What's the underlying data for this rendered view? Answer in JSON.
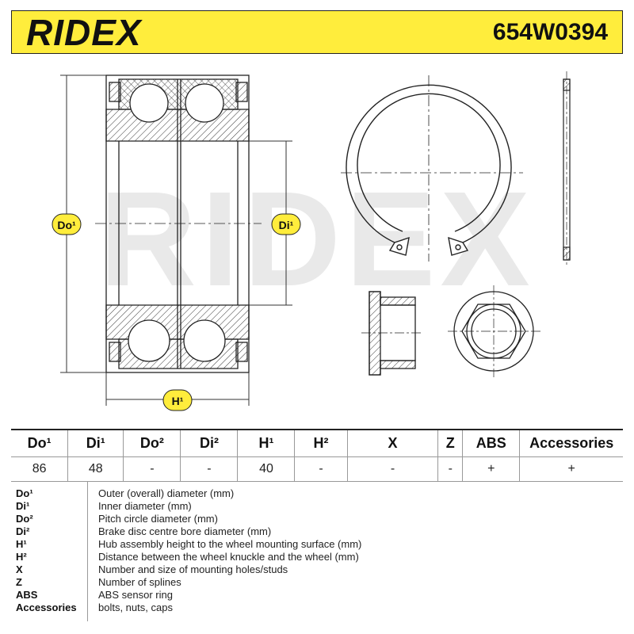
{
  "header": {
    "brand": "RIDEX",
    "part_number": "654W0394"
  },
  "drawing": {
    "watermark": "RIDEX",
    "label_do": "Do¹",
    "label_di": "Di¹",
    "label_h": "H¹"
  },
  "spec_table": {
    "headers": [
      "Do¹",
      "Di¹",
      "Do²",
      "Di²",
      "H¹",
      "H²",
      "X",
      "Z",
      "ABS",
      "Accessories"
    ],
    "values": [
      "86",
      "48",
      "-",
      "-",
      "40",
      "-",
      "-",
      "-",
      "+",
      "+"
    ]
  },
  "legend": [
    {
      "code": "Do¹",
      "desc": "Outer (overall) diameter (mm)"
    },
    {
      "code": "Di¹",
      "desc": "Inner diameter (mm)"
    },
    {
      "code": "Do²",
      "desc": "Pitch circle diameter (mm)"
    },
    {
      "code": "Di²",
      "desc": "Brake disc centre bore diameter (mm)"
    },
    {
      "code": "H¹",
      "desc": "Hub assembly height to the wheel mounting surface (mm)"
    },
    {
      "code": "H²",
      "desc": "Distance between the wheel knuckle and the wheel (mm)"
    },
    {
      "code": "X",
      "desc": "Number and size of mounting holes/studs"
    },
    {
      "code": "Z",
      "desc": "Number of splines"
    },
    {
      "code": "ABS",
      "desc": "ABS sensor ring"
    },
    {
      "code": "Accessories",
      "desc": "bolts, nuts, caps"
    }
  ],
  "colors": {
    "header_bg": "#ffed3c",
    "dimension_label_bg": "#ffed3c"
  }
}
